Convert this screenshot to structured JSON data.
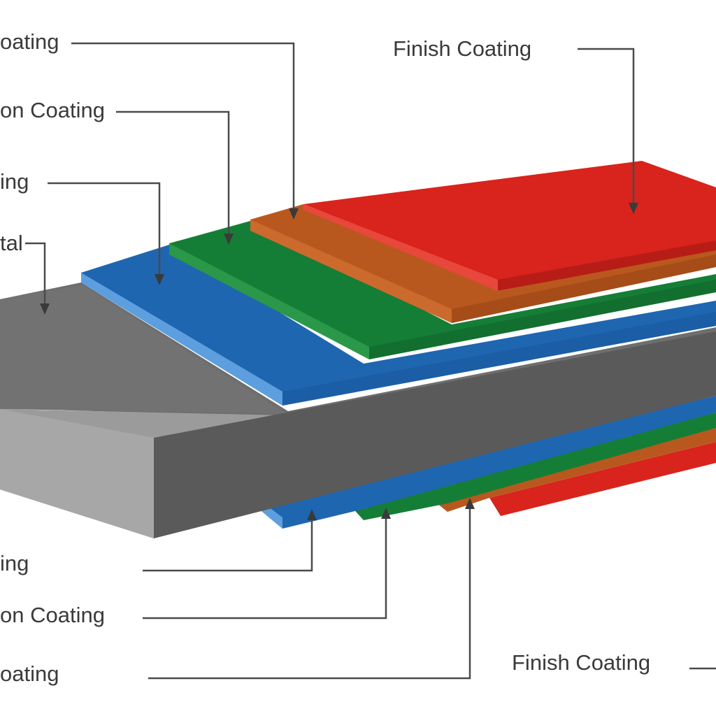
{
  "labels": {
    "top_1": "oating",
    "top_2": "on Coating",
    "top_3": "ing",
    "top_4": "tal",
    "top_finish": "Finish Coating",
    "bottom_1": "ing",
    "bottom_2": "on Coating",
    "bottom_3": "oating",
    "bottom_finish": "Finish Coating"
  },
  "colors": {
    "finish": "#d8241c",
    "primer": "#b9581e",
    "pretreatment": "#157e36",
    "passivation": "#1f66b1",
    "base_metal": "#5a5a5a"
  }
}
